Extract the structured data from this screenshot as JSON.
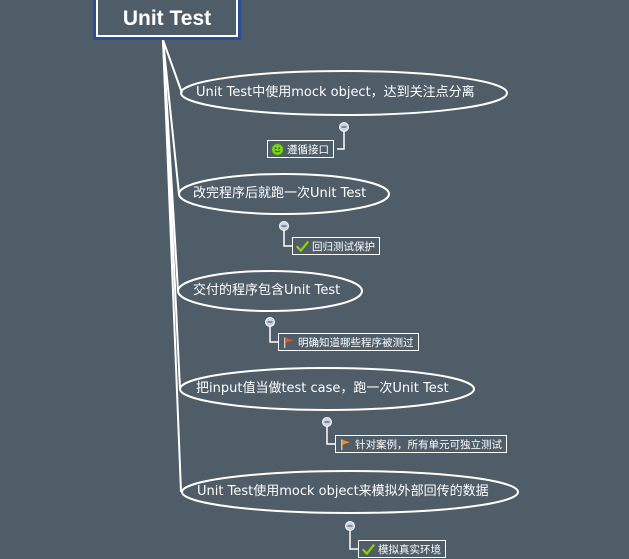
{
  "root": {
    "title": "Unit Test"
  },
  "topics": [
    {
      "label": "Unit Test中使用mock object，达到关注点分离",
      "note": {
        "text": "遵循接口",
        "icon": "smiley-icon"
      }
    },
    {
      "label": "改完程序后就跑一次Unit Test",
      "note": {
        "text": "回归测试保护",
        "icon": "checkmark-icon"
      }
    },
    {
      "label": "交付的程序包含Unit Test",
      "note": {
        "text": "明确知道哪些程序被测过",
        "icon": "flag-icon"
      }
    },
    {
      "label": "把input值当做test case，跑一次Unit Test",
      "note": {
        "text": "针对案例，所有单元可独立测试",
        "icon": "flag-icon"
      }
    },
    {
      "label": "Unit Test使用mock object来模拟外部回传的数据",
      "note": {
        "text": "模拟真实环境",
        "icon": "checkmark-icon"
      }
    }
  ],
  "colors": {
    "background": "#4f5d68",
    "root_border": "#2a4f98",
    "lines": "#ffffff",
    "collapse_knob": "#c6d3e8",
    "smiley": "#7ed321",
    "checkmark": "#8fd400",
    "flag": "#e8541e"
  }
}
